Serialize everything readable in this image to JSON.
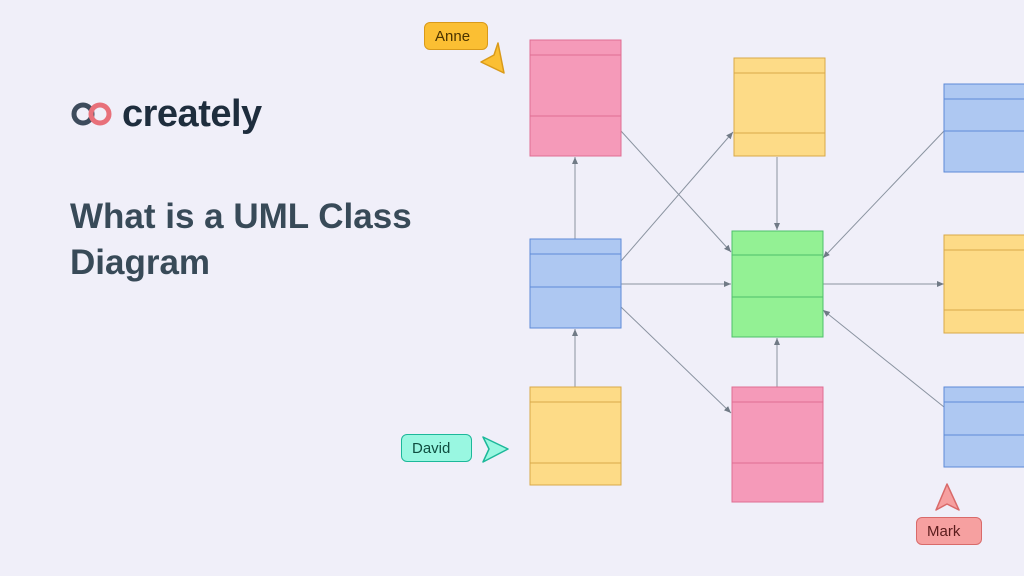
{
  "brand": {
    "name": "creately"
  },
  "heading": {
    "title": "What is a UML Class Diagram"
  },
  "cursors": [
    {
      "name": "Anne",
      "color": "#fbbf33"
    },
    {
      "name": "David",
      "color": "#99f7e1"
    },
    {
      "name": "Mark",
      "color": "#f6a0a0"
    }
  ],
  "colors": {
    "pink": "#f59ab9",
    "yellow": "#fddb87",
    "blue": "#aec8f2",
    "green": "#93f194",
    "background": "#f0eff9"
  }
}
